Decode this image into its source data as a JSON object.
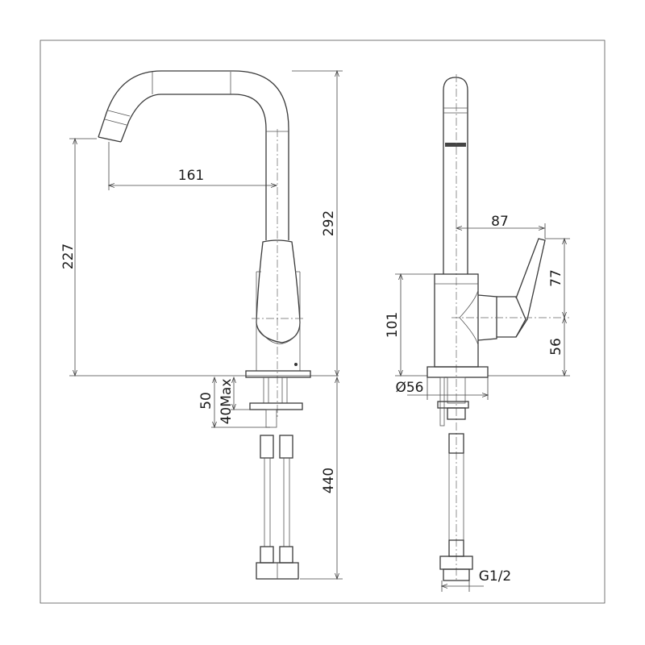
{
  "drawing": {
    "title": "Faucet technical drawing",
    "front_view": {
      "dimensions": {
        "spout_reach": "161",
        "spout_height": "227",
        "total_height": "292",
        "max_deck_thickness": "50",
        "deck_clamp": "40Max",
        "hose_length": "440"
      }
    },
    "side_view": {
      "dimensions": {
        "handle_reach": "87",
        "handle_upper": "77",
        "handle_lower": "56",
        "body_height": "101",
        "base_diameter": "Ø56",
        "connection_thread": "G1/2"
      }
    }
  }
}
